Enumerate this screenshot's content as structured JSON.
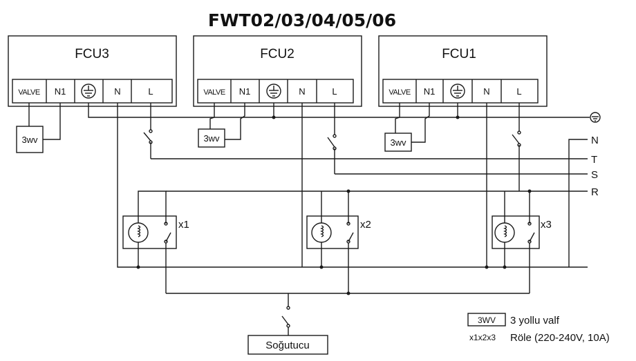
{
  "title": "FWT02/03/04/05/06",
  "units": [
    {
      "name": "FCU3",
      "terminals": [
        "VALVE",
        "N1",
        "⏚",
        "N",
        "L"
      ],
      "valve_box": "3wv"
    },
    {
      "name": "FCU2",
      "terminals": [
        "VALVE",
        "N1",
        "⏚",
        "N",
        "L"
      ],
      "valve_box": "3wv"
    },
    {
      "name": "FCU1",
      "terminals": [
        "VALVE",
        "N1",
        "⏚",
        "N",
        "L"
      ],
      "valve_box": "3wv"
    }
  ],
  "supply_lines": [
    "N",
    "T",
    "S",
    "R"
  ],
  "relays": [
    "x1",
    "x2",
    "x3"
  ],
  "cooler": "Soğutucu",
  "legend": [
    {
      "key": "3WV",
      "text": "3 yollu valf"
    },
    {
      "key": "x1x2x3",
      "text": "Röle (220-240V, 10A)"
    }
  ]
}
